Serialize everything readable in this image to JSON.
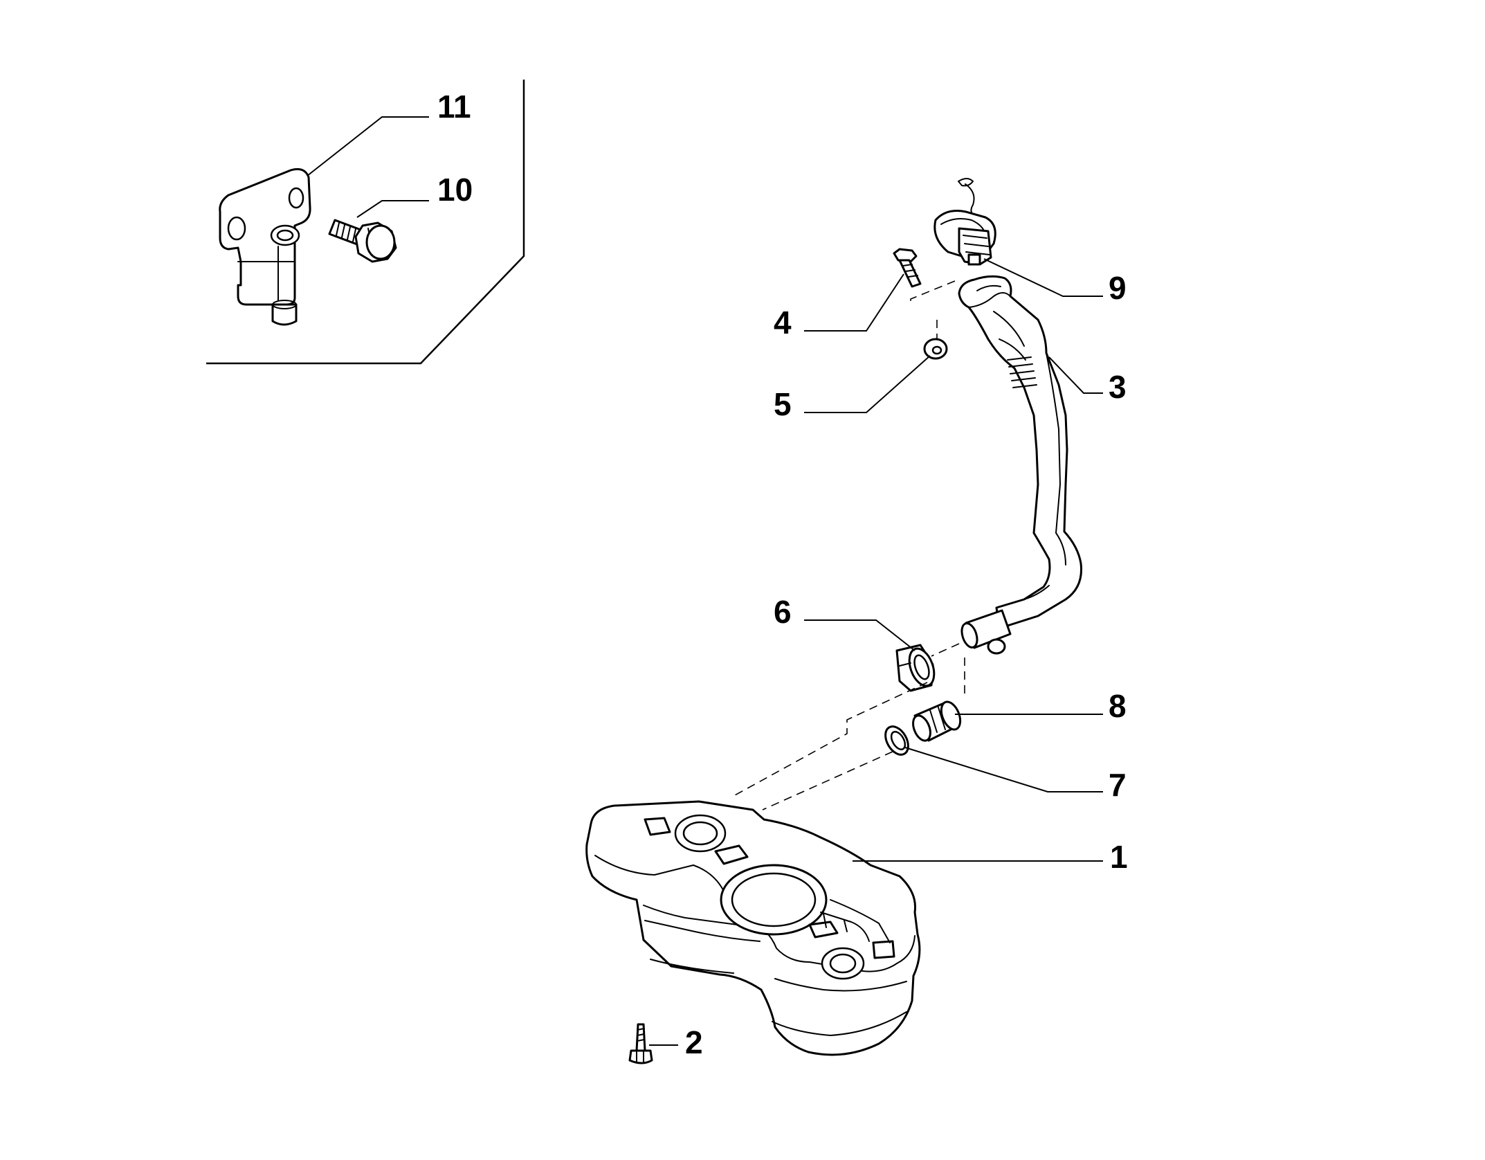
{
  "diagram": {
    "colors": {
      "line": "#000000",
      "background": "#ffffff"
    },
    "callouts": [
      {
        "id": "c1",
        "label": "1",
        "part_icon": "fuel-tank-icon"
      },
      {
        "id": "c2",
        "label": "2",
        "part_icon": "tank-bolt-icon"
      },
      {
        "id": "c3",
        "label": "3",
        "part_icon": "filler-neck-pipe-icon"
      },
      {
        "id": "c4",
        "label": "4",
        "part_icon": "screw-icon"
      },
      {
        "id": "c5",
        "label": "5",
        "part_icon": "nut-icon"
      },
      {
        "id": "c6",
        "label": "6",
        "part_icon": "hose-clamp-icon"
      },
      {
        "id": "c7",
        "label": "7",
        "part_icon": "small-clamp-icon"
      },
      {
        "id": "c8",
        "label": "8",
        "part_icon": "connector-sleeve-icon"
      },
      {
        "id": "c9",
        "label": "9",
        "part_icon": "fuel-cap-icon"
      },
      {
        "id": "c10",
        "label": "10",
        "part_icon": "flange-bolt-icon"
      },
      {
        "id": "c11",
        "label": "11",
        "part_icon": "bracket-icon"
      }
    ]
  }
}
